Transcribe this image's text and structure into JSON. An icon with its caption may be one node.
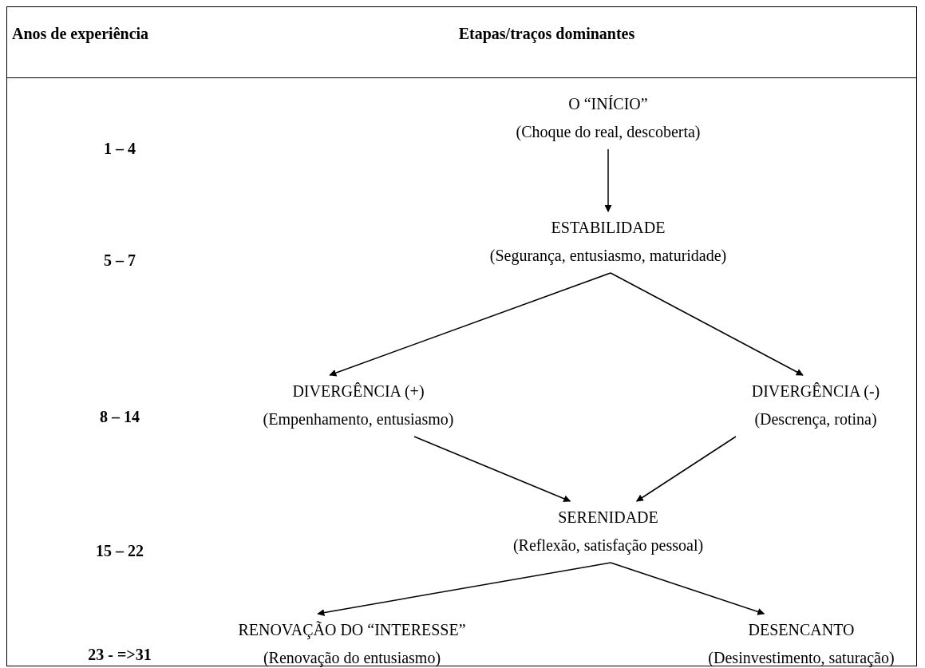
{
  "diagram": {
    "nodes": [
      {
        "text": [
          "O “INÍCIO”",
          "(Choque do real, descoberta)"
        ]
      },
      {
        "text": [
          "ESTABILIDADE",
          "(Segurança, entusiasmo, maturidade)"
        ]
      },
      {
        "text": [
          "DIVERGÊNCIA (+)",
          "(Empenhamento, entusiasmo)"
        ]
      },
      {
        "text": [
          "DIVERGÊNCIA (-)",
          "(Descrença, rotina)"
        ]
      },
      {
        "text": [
          "SERENIDADE",
          "(Reflexão, satisfação pessoal)"
        ]
      },
      {
        "text": [
          "RENOVAÇÃO DO “INTERESSE”",
          "(Renovação do entusiasmo)"
        ]
      },
      {
        "text": [
          "DESENCANTO",
          "(Desinvestimento, saturação)"
        ]
      }
    ],
    "edges": [
      {
        "from": 0,
        "to": 1,
        "arrow": "to"
      },
      {
        "from": 1,
        "to": 2,
        "arrow": "to"
      },
      {
        "from": 1,
        "to": 3,
        "arrow": "to"
      },
      {
        "from": 2,
        "to": 4,
        "arrow": "to"
      },
      {
        "from": 3,
        "to": 4,
        "arrow": "to"
      },
      {
        "from": 4,
        "to": 5,
        "arrow": "to"
      },
      {
        "from": 4,
        "to": 6,
        "arrow": "to"
      }
    ],
    "labels": [
      "Anos de experiência",
      "Etapas/traços dominantes",
      "1 – 4",
      "5 – 7",
      "8 – 14",
      "15 – 22",
      "23 - =>31"
    ]
  }
}
